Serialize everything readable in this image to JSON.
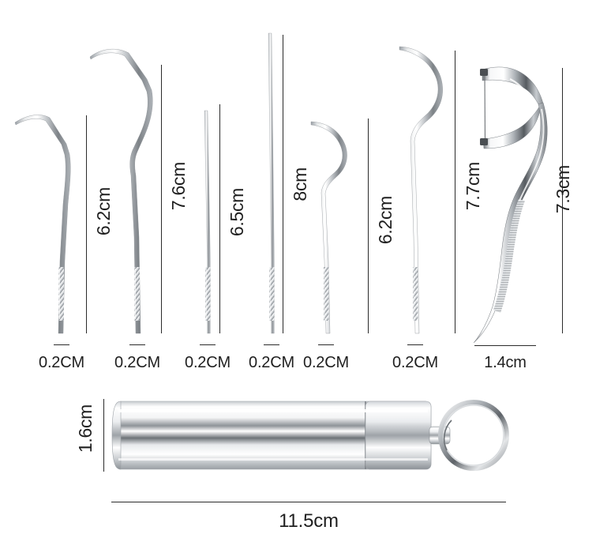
{
  "product": {
    "title": "Stainless steel dental tool set with dimensions",
    "background_color": "#ffffff",
    "line_color": "#2b2b2b",
    "text_color": "#1f1f1f",
    "metal_light": "#fdfdfd",
    "metal_mid": "#b9bcc0",
    "metal_dark": "#6e7276",
    "metal_shadow": "#3f4246"
  },
  "sections": {
    "tools": {
      "label": "dental picks row"
    },
    "case": {
      "label": "carrying tube with keyring"
    }
  },
  "tools": [
    {
      "id": "tool-1",
      "name": "bent-angle-probe",
      "length_label": "6.2cm",
      "width_label": "0.2CM",
      "has_length_line": true
    },
    {
      "id": "tool-2",
      "name": "double-bend-probe",
      "length_label": "7.6cm",
      "width_label": "0.2CM",
      "has_length_line": true
    },
    {
      "id": "tool-3",
      "name": "straight-needle-pick",
      "length_label": "6.5cm",
      "width_label": "0.2CM",
      "has_length_line": true
    },
    {
      "id": "tool-4",
      "name": "long-straight-needle-pick",
      "length_label": "8cm",
      "width_label": "0.2CM",
      "has_length_line": true
    },
    {
      "id": "tool-5",
      "name": "small-sickle-hook-pick",
      "length_label": "6.2cm",
      "width_label": "0.2CM",
      "has_length_line": true
    },
    {
      "id": "tool-6",
      "name": "large-sickle-hook-pick",
      "length_label": "7.7cm",
      "width_label": "0.2CM",
      "has_length_line": true
    },
    {
      "id": "tool-7",
      "name": "floss-pick-holder",
      "length_label": "7.3cm",
      "width_label": "1.4cm",
      "has_length_line": true
    }
  ],
  "case": {
    "name": "travel-tube-case",
    "height_label": "1.6cm",
    "length_label": "11.5cm",
    "keyring_label": "split-key-ring"
  }
}
